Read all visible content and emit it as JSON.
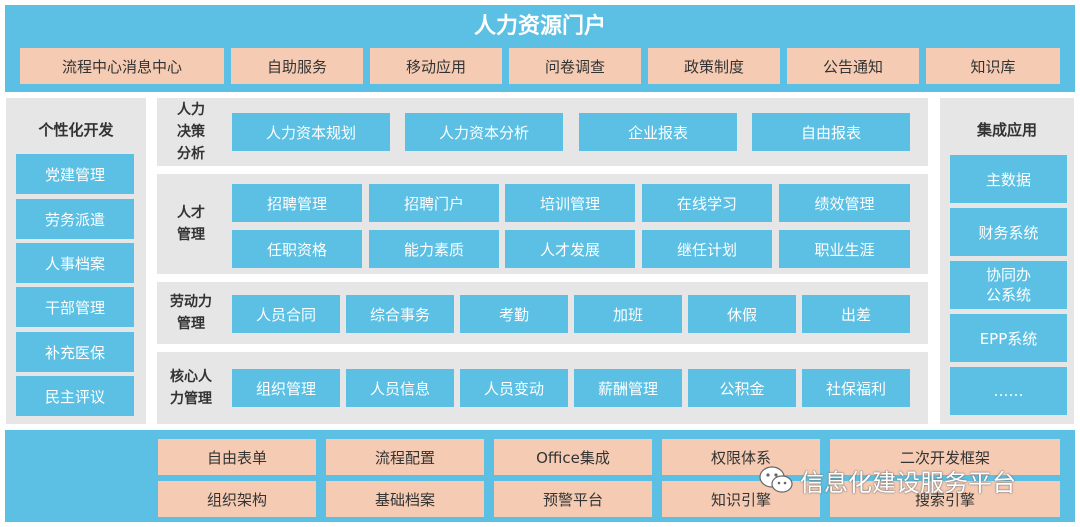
{
  "portal": {
    "title": "人力资源门户",
    "nav": [
      "流程中心消息中心",
      "自助服务",
      "移动应用",
      "问卷调查",
      "政策制度",
      "公告通知",
      "知识库"
    ]
  },
  "left_panel": {
    "header": "个性化开发",
    "items": [
      "党建管理",
      "劳务派遣",
      "人事档案",
      "干部管理",
      "补充医保",
      "民主评议"
    ]
  },
  "center": {
    "rows": [
      {
        "label": [
          "人力",
          "决策",
          "分析"
        ],
        "items": [
          "人力资本规划",
          "人力资本分析",
          "企业报表",
          "自由报表"
        ]
      },
      {
        "label": [
          "人才",
          "管理"
        ],
        "items": [
          "招聘管理",
          "招聘门户",
          "培训管理",
          "在线学习",
          "绩效管理",
          "任职资格",
          "能力素质",
          "人才发展",
          "继任计划",
          "职业生涯"
        ]
      },
      {
        "label": [
          "劳动力",
          "管理"
        ],
        "items": [
          "人员合同",
          "综合事务",
          "考勤",
          "加班",
          "休假",
          "出差"
        ]
      },
      {
        "label": [
          "核心人",
          "力管理"
        ],
        "items": [
          "组织管理",
          "人员信息",
          "人员变动",
          "薪酬管理",
          "公积金",
          "社保福利"
        ]
      }
    ]
  },
  "right_panel": {
    "header": "集成应用",
    "items": [
      "主数据",
      "财务系统",
      "协同办\n公系统",
      "EPP系统",
      "……"
    ]
  },
  "platform": {
    "items": [
      "自由表单",
      "流程配置",
      "Office集成",
      "权限体系",
      "二次开发框架",
      "组织架构",
      "基础档案",
      "预警平台",
      "知识引擎",
      "搜索引擎"
    ]
  },
  "watermark": {
    "text": "信息化建设服务平台"
  },
  "colors": {
    "blue": "#5bc0e3",
    "grey": "#e6e6e6",
    "peach": "#f6cbb3"
  }
}
